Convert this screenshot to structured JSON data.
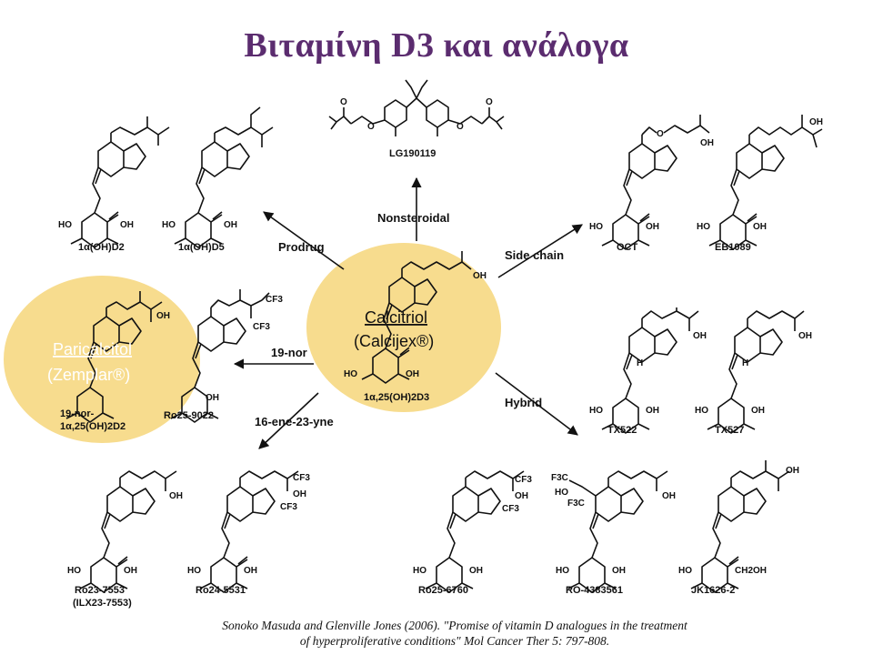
{
  "title": "Βιταμίνη D3 και ανάλογα",
  "center": {
    "name": "Calcitriol",
    "brand": "(Calcijex®)",
    "label": "1α,25(OH)2D3"
  },
  "highlight_left": {
    "name": "Paricalcitol",
    "brand": "(Zemplar®)",
    "label_line1": "19-nor-",
    "label_line2": "1α,25(OH)2D2"
  },
  "arrow_labels": {
    "nonsteroidal": "Nonsteroidal",
    "prodrug": "Prodrug",
    "side_chain": "Side chain",
    "nor19": "19-nor",
    "ene_yne": "16-ene-23-yne",
    "hybrid": "Hybrid"
  },
  "compounds": {
    "lg190119": "LG190119",
    "oh_d2": "1α(OH)D2",
    "oh_d5": "1α(OH)D5",
    "oct": "OCT",
    "eb1089": "EB1089",
    "ro25_9022": "Ro25-9022",
    "tx522": "TX522",
    "tx527": "TX527",
    "ro23_7553": "Ro23-7553",
    "ro23_7553_alt": "(ILX23-7553)",
    "ro24_5531": "Ro24-5531",
    "ro25_6760": "Ro25-6760",
    "ro_4383561": "RO-4383561",
    "jk1626_2": "JK1626-2"
  },
  "atoms": {
    "ho": "HO",
    "oh": "OH",
    "o": "O",
    "h": "H",
    "cf3": "CF3",
    "f3c": "F3C",
    "ch2oh": "CH2OH"
  },
  "citation": {
    "line1": "Sonoko Masuda and Glenville Jones (2006). \"Promise of vitamin D analogues in the treatment",
    "line2": "of hyperproliferative conditions\" Mol Cancer Ther 5: 797-808."
  },
  "colors": {
    "title": "#5b2c6f",
    "highlight": "#f7dc8e",
    "highlight_text": "#ffffff",
    "ink": "#111111"
  }
}
